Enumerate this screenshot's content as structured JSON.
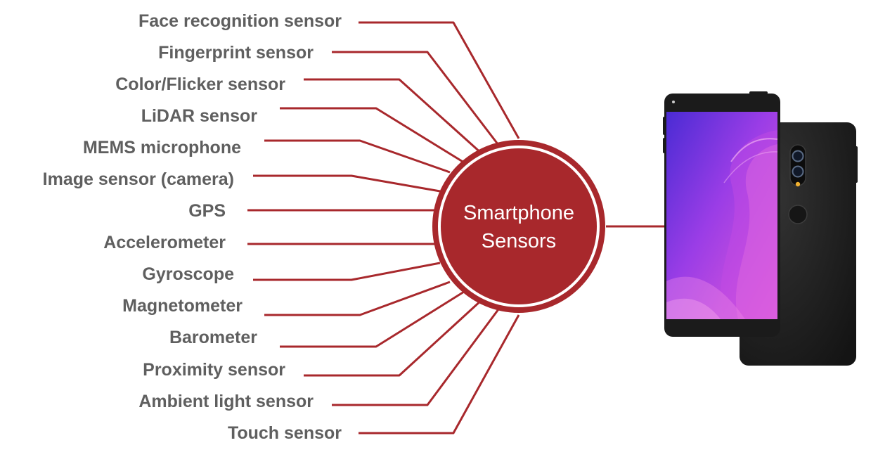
{
  "center_label": {
    "line1": "Smartphone",
    "line2": "Sensors"
  },
  "sensors": [
    "Face recognition sensor",
    "Fingerprint sensor",
    "Color/Flicker sensor",
    "LiDAR sensor",
    "MEMS microphone",
    "Image sensor (camera)",
    "GPS",
    "Accelerometer",
    "Gyroscope",
    "Magnetometer",
    "Barometer",
    "Proximity sensor",
    "Ambient light sensor",
    "Touch sensor"
  ],
  "colors": {
    "accent": "#a8282c",
    "label": "#5f5f5f",
    "phone_body": "#1c1c1c",
    "screen_gradient": [
      "#5b2bd0",
      "#b53be0",
      "#e24fd6"
    ]
  },
  "icons": [
    "smartphone-illustration"
  ]
}
